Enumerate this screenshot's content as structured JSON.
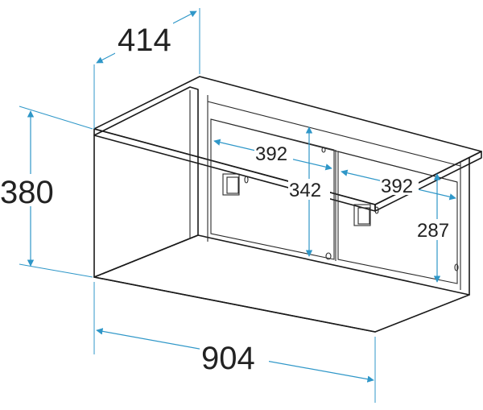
{
  "dimensions": {
    "depth": "414",
    "height": "380",
    "width": "904",
    "inner_width_left": "392",
    "inner_width_right": "392",
    "inner_height_left": "342",
    "inner_height_right": "287"
  },
  "colors": {
    "outline": "#1a1a1a",
    "dimension_line": "#2f97c8",
    "text": "#222222",
    "background": "#ffffff"
  }
}
